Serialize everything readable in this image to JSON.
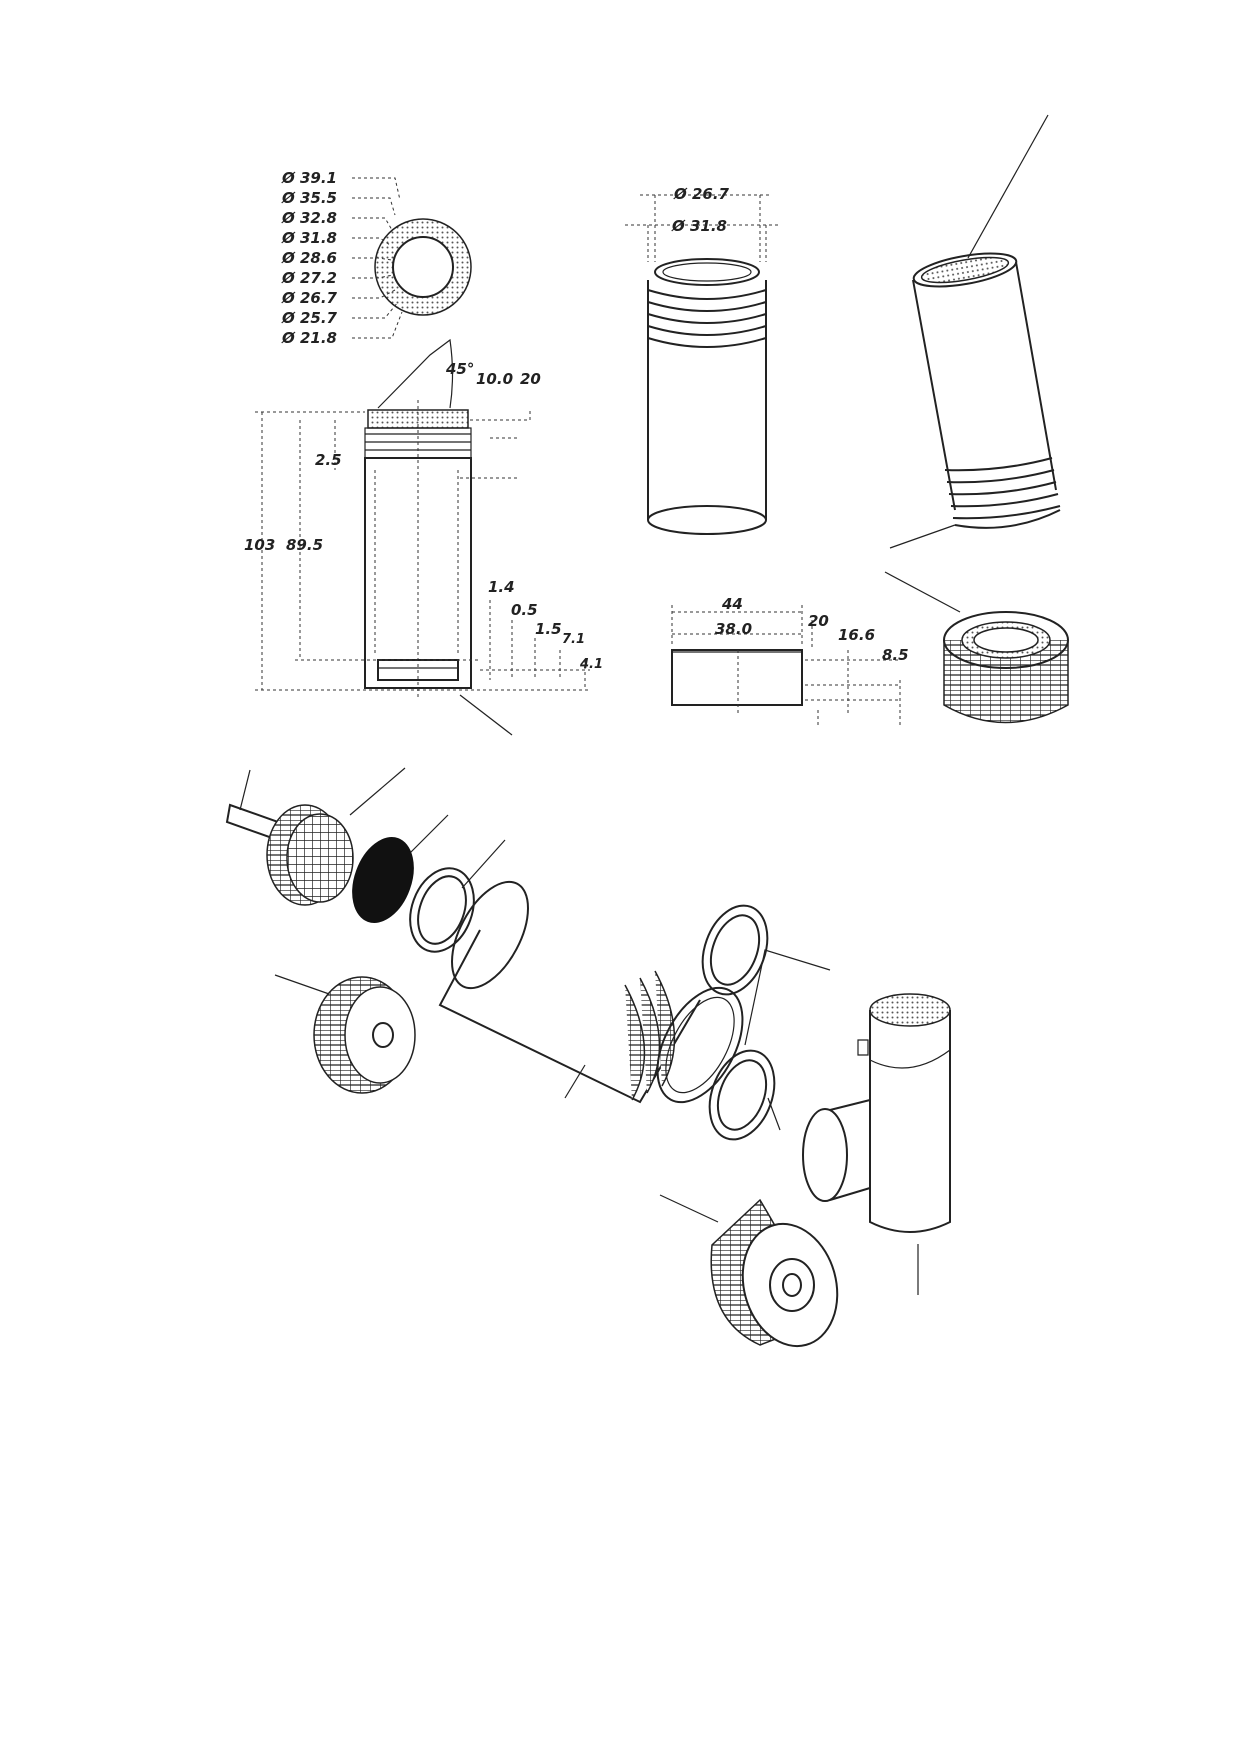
{
  "top_view_diameters": [
    "Ø 39.1",
    "Ø 35.5",
    "Ø 32.8",
    "Ø 31.8",
    "Ø 28.6",
    "Ø 27.2",
    "Ø 26.7",
    "Ø 25.7",
    "Ø 21.8"
  ],
  "section_labels": {
    "angle": "45°",
    "dim_10_0": "10.0",
    "dim_20_top": "20",
    "dim_2_5": "2.5",
    "dim_103": "103",
    "dim_89_5": "89.5",
    "dim_1_4": "1.4",
    "dim_0_5": "0.5",
    "dim_1_5": "1.5",
    "dim_7_1": "7.1",
    "dim_4_1": "4.1"
  },
  "tube_labels": {
    "inner": "Ø 26.7",
    "outer": "Ø 31.8"
  },
  "cap_section_labels": {
    "width_44": "44",
    "width_38": "38.0",
    "dim_20": "20",
    "dim_16_6": "16.6",
    "dim_8_5": "8.5"
  }
}
